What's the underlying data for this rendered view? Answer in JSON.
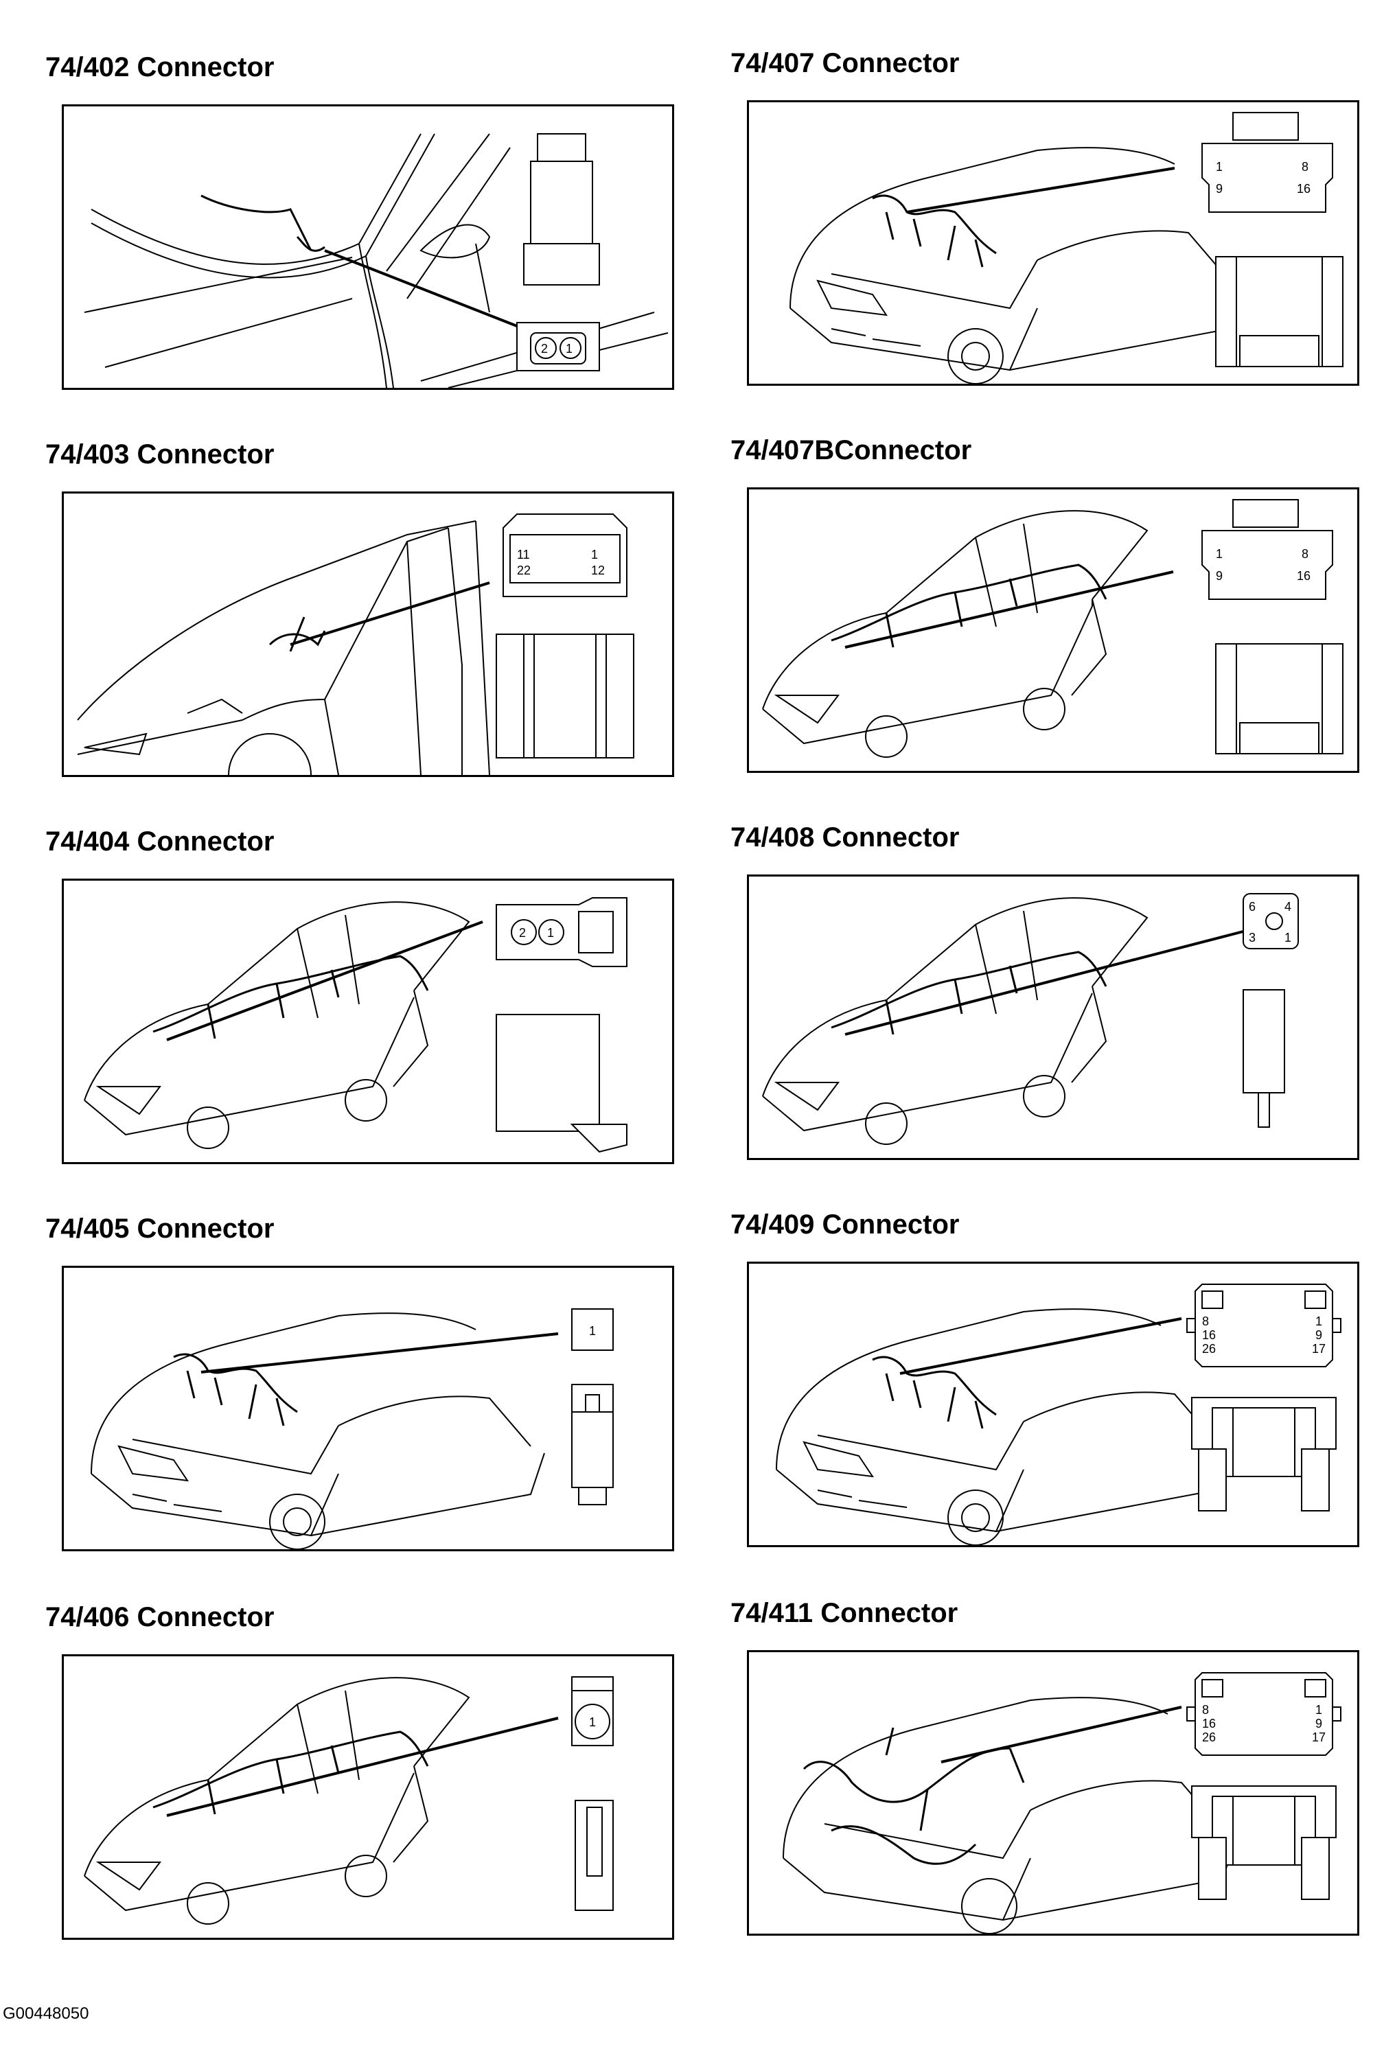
{
  "connectors": [
    {
      "id": "402",
      "title": "74/402 Connector",
      "pins": [
        "2",
        "1"
      ]
    },
    {
      "id": "407",
      "title": "74/407 Connector",
      "pins": [
        "1",
        "8",
        "9",
        "16"
      ]
    },
    {
      "id": "403",
      "title": "74/403 Connector",
      "pins": [
        "11",
        "1",
        "22",
        "12"
      ]
    },
    {
      "id": "407b",
      "title": "74/407BConnector",
      "pins": [
        "1",
        "8",
        "9",
        "16"
      ]
    },
    {
      "id": "404",
      "title": "74/404 Connector",
      "pins": [
        "2",
        "1"
      ]
    },
    {
      "id": "408",
      "title": "74/408 Connector",
      "pins": [
        "6",
        "4",
        "3",
        "1"
      ]
    },
    {
      "id": "405",
      "title": "74/405 Connector",
      "pins": [
        "1"
      ]
    },
    {
      "id": "409",
      "title": "74/409 Connector",
      "pins": [
        "8",
        "1",
        "16",
        "9",
        "26",
        "17"
      ]
    },
    {
      "id": "406",
      "title": "74/406 Connector",
      "pins": [
        "1"
      ]
    },
    {
      "id": "411",
      "title": "74/411 Connector",
      "pins": [
        "8",
        "1",
        "16",
        "9",
        "26",
        "17"
      ]
    }
  ],
  "figure_code": "G00448050"
}
